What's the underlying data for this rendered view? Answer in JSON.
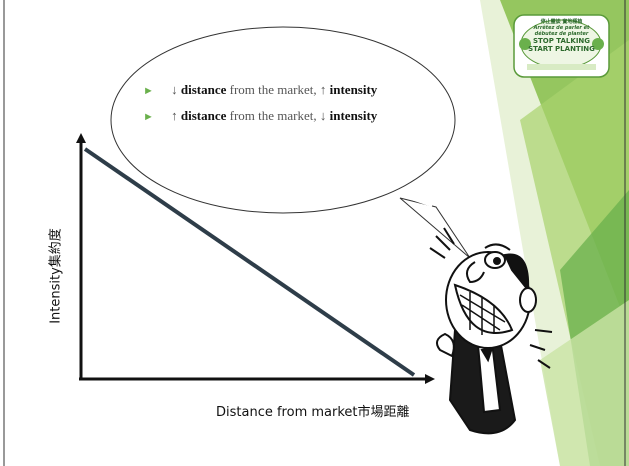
{
  "slide": {
    "bullets": [
      {
        "arrow1": "↓",
        "word1": "distance",
        "middle": "from the market,",
        "arrow2": "↑",
        "word2": "intensity"
      },
      {
        "arrow1": "↑",
        "word1": "distance",
        "middle": "from the market,",
        "arrow2": "↓",
        "word2": "intensity"
      }
    ],
    "y_axis_label": "Intensity集約度",
    "x_axis_label": "Distance from market市場距離"
  },
  "logo": {
    "line1": "停止靈談 實地種植",
    "line2": "Arrêtez de parler et",
    "line3": "débutez de planter",
    "line4": "STOP TALKING",
    "line5": "START PLANTING"
  },
  "colors": {
    "accent_green": "#6ab04c",
    "line": "#2e3d49",
    "background": "#ffffff"
  }
}
